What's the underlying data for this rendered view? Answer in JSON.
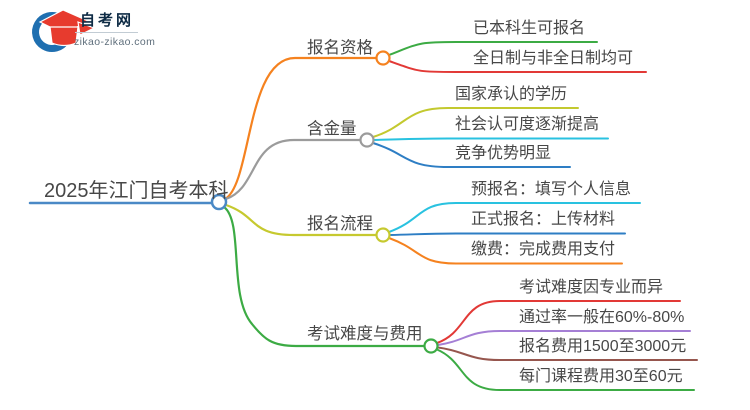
{
  "logo": {
    "title": "自考网",
    "domain": "zikao-zikao.com",
    "icon_blue": "#1f6fb0",
    "icon_red": "#e73b2e"
  },
  "palette": {
    "text": "#474747",
    "root_blue": "#4a89c6",
    "orange": "#f5821f",
    "gray": "#9b9b9b",
    "yellow_green": "#c3c92f",
    "green": "#3cab44",
    "red": "#e23936",
    "cyan": "#29c2e0",
    "blue": "#2e7ec4",
    "purple": "#a57fd5",
    "brown": "#96564e"
  },
  "mindmap": {
    "root": {
      "label": "2025年江门自考本科",
      "color": "#4a89c6"
    },
    "branches": [
      {
        "label": "报名资格",
        "color": "#f5821f",
        "children": [
          {
            "label": "已本科生可报名",
            "color": "#3cab44"
          },
          {
            "label": "全日制与非全日制均可",
            "color": "#e23936"
          }
        ]
      },
      {
        "label": "含金量",
        "color": "#9b9b9b",
        "children": [
          {
            "label": "国家承认的学历",
            "color": "#c3c92f"
          },
          {
            "label": "社会认可度逐渐提高",
            "color": "#29c2e0"
          },
          {
            "label": "竞争优势明显",
            "color": "#2e7ec4"
          }
        ]
      },
      {
        "label": "报名流程",
        "color": "#c6c92f",
        "children": [
          {
            "label": "预报名：填写个人信息",
            "color": "#29c2e0"
          },
          {
            "label": "正式报名：上传材料",
            "color": "#2e7ec4"
          },
          {
            "label": "缴费：完成费用支付",
            "color": "#f5821f"
          }
        ]
      },
      {
        "label": "考试难度与费用",
        "color": "#3cab44",
        "children": [
          {
            "label": "考试难度因专业而异",
            "color": "#e23936"
          },
          {
            "label": "通过率一般在60%-80%",
            "color": "#a57fd5"
          },
          {
            "label": "报名费用1500至3000元",
            "color": "#96564e"
          },
          {
            "label": "每门课程费用30至60元",
            "color": "#3cab44"
          }
        ]
      }
    ]
  }
}
